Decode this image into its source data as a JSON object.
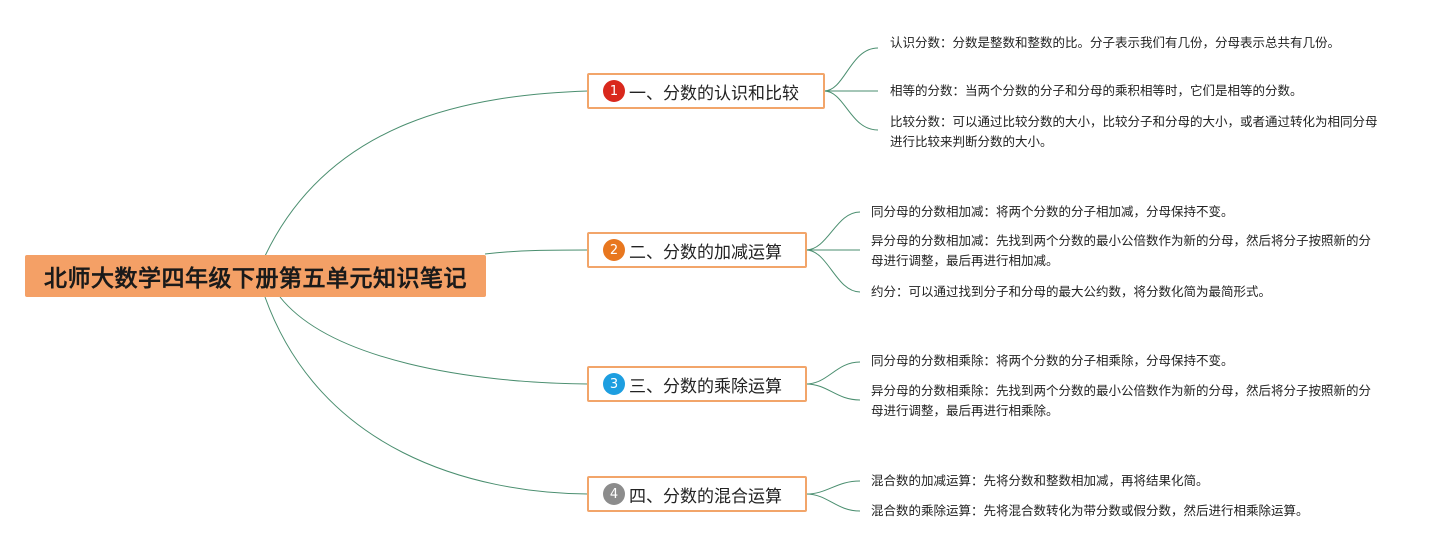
{
  "root": {
    "title": "北师大数学四年级下册第五单元知识笔记"
  },
  "branches": [
    {
      "num": "1",
      "color": "#d9281c",
      "title": "一、分数的认识和比较",
      "leaves": [
        "认识分数：分数是整数和整数的比。分子表示我们有几份，分母表示总共有几份。",
        "相等的分数：当两个分数的分子和分母的乘积相等时，它们是相等的分数。",
        "比较分数：可以通过比较分数的大小，比较分子和分母的大小，或者通过转化为相同分母进行比较来判断分数的大小。"
      ]
    },
    {
      "num": "2",
      "color": "#e8771f",
      "title": "二、分数的加减运算",
      "leaves": [
        "同分母的分数相加减：将两个分数的分子相加减，分母保持不变。",
        "异分母的分数相加减：先找到两个分数的最小公倍数作为新的分母，然后将分子按照新的分母进行调整，最后再进行相加减。",
        "约分：可以通过找到分子和分母的最大公约数，将分数化简为最简形式。"
      ]
    },
    {
      "num": "3",
      "color": "#1d9ee0",
      "title": "三、分数的乘除运算",
      "leaves": [
        "同分母的分数相乘除：将两个分数的分子相乘除，分母保持不变。",
        "异分母的分数相乘除：先找到两个分数的最小公倍数作为新的分母，然后将分子按照新的分母进行调整，最后再进行相乘除。"
      ]
    },
    {
      "num": "4",
      "color": "#8c8c8c",
      "title": "四、分数的混合运算",
      "leaves": [
        "混合数的加减运算：先将分数和整数相加减，再将结果化简。",
        "混合数的乘除运算：先将混合数转化为带分数或假分数，然后进行相乘除运算。"
      ]
    }
  ]
}
